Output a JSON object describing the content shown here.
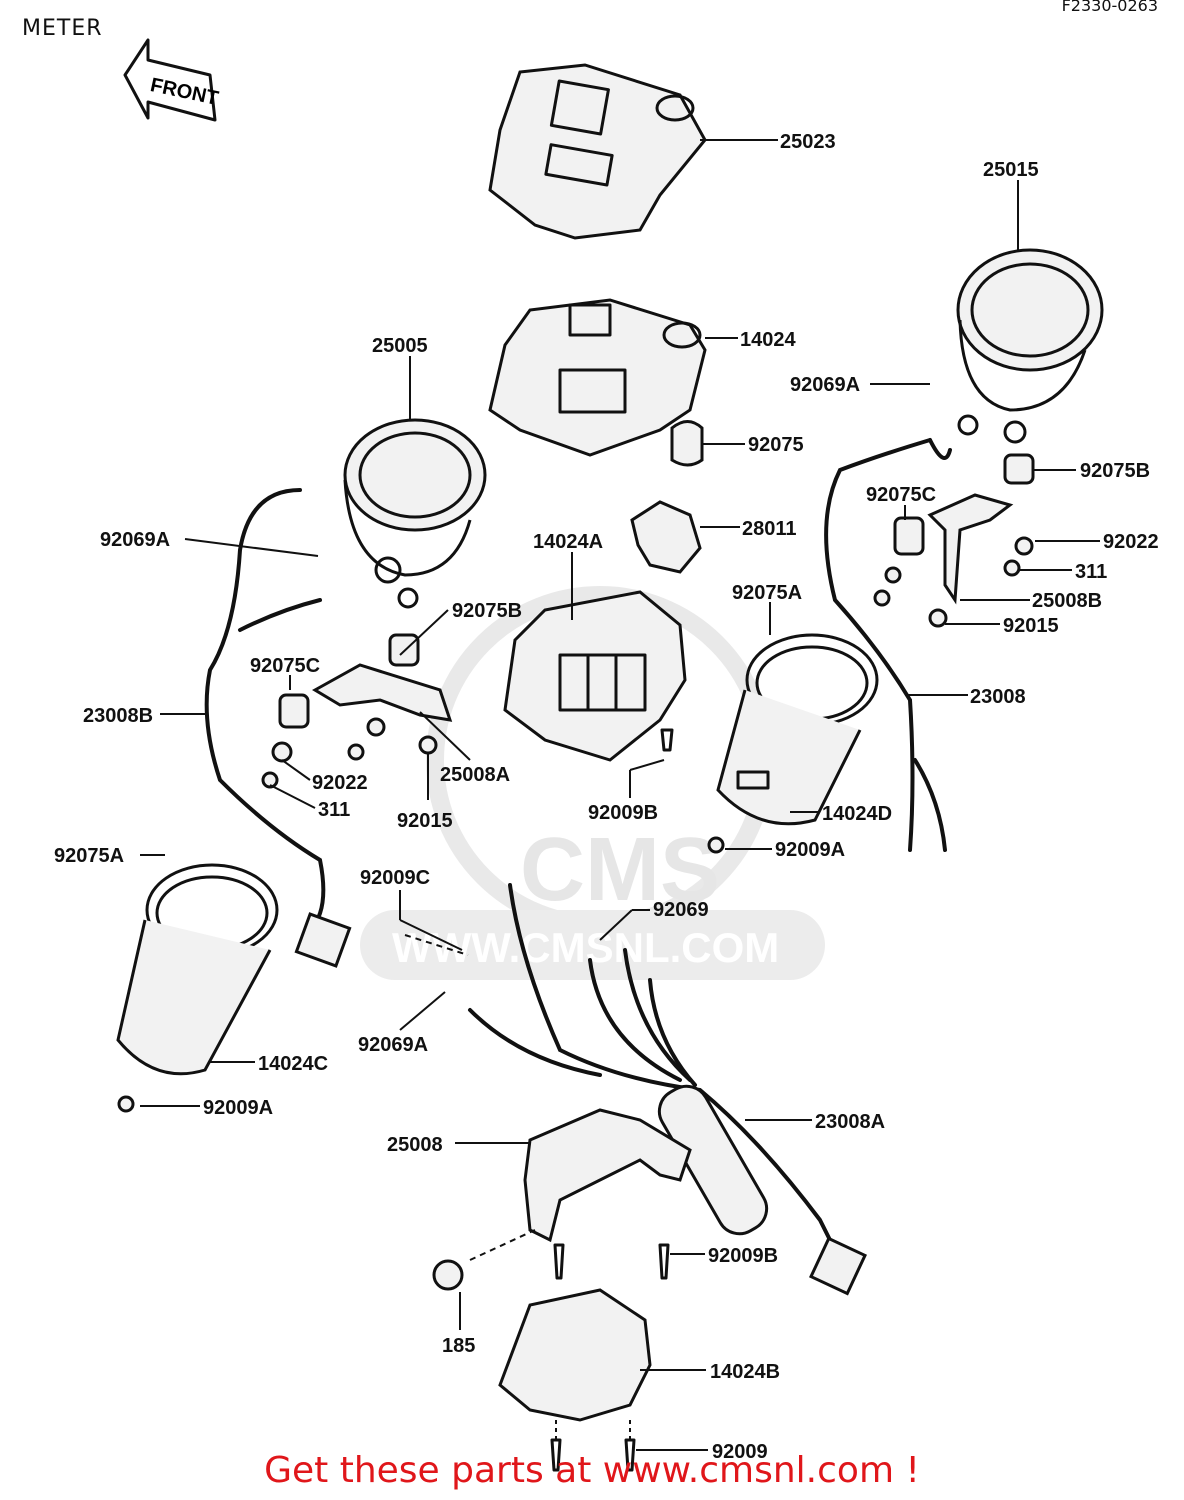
{
  "header": {
    "title": "METER",
    "drawing_code": "F2330-0263",
    "front_arrow": "FRONT"
  },
  "footer": {
    "promo": "Get these parts at www.cmsnl.com !"
  },
  "watermark": {
    "brand": "CMS",
    "site": "WWW.CMSNL.COM"
  },
  "callouts": [
    {
      "label": "25023"
    },
    {
      "label": "25015"
    },
    {
      "label": "25005"
    },
    {
      "label": "14024"
    },
    {
      "label": "92069A"
    },
    {
      "label": "92075"
    },
    {
      "label": "92075B"
    },
    {
      "label": "92075C"
    },
    {
      "label": "92069A"
    },
    {
      "label": "14024A"
    },
    {
      "label": "28011"
    },
    {
      "label": "92022"
    },
    {
      "label": "311"
    },
    {
      "label": "92075A"
    },
    {
      "label": "25008B"
    },
    {
      "label": "92075B"
    },
    {
      "label": "92015"
    },
    {
      "label": "92075C"
    },
    {
      "label": "23008"
    },
    {
      "label": "23008B"
    },
    {
      "label": "92022"
    },
    {
      "label": "25008A"
    },
    {
      "label": "311"
    },
    {
      "label": "92015"
    },
    {
      "label": "92009B"
    },
    {
      "label": "14024D"
    },
    {
      "label": "92075A"
    },
    {
      "label": "92009A"
    },
    {
      "label": "92009C"
    },
    {
      "label": "92069"
    },
    {
      "label": "92069A"
    },
    {
      "label": "14024C"
    },
    {
      "label": "92009A"
    },
    {
      "label": "23008A"
    },
    {
      "label": "25008"
    },
    {
      "label": "92009B"
    },
    {
      "label": "185"
    },
    {
      "label": "14024B"
    },
    {
      "label": "92009"
    }
  ]
}
